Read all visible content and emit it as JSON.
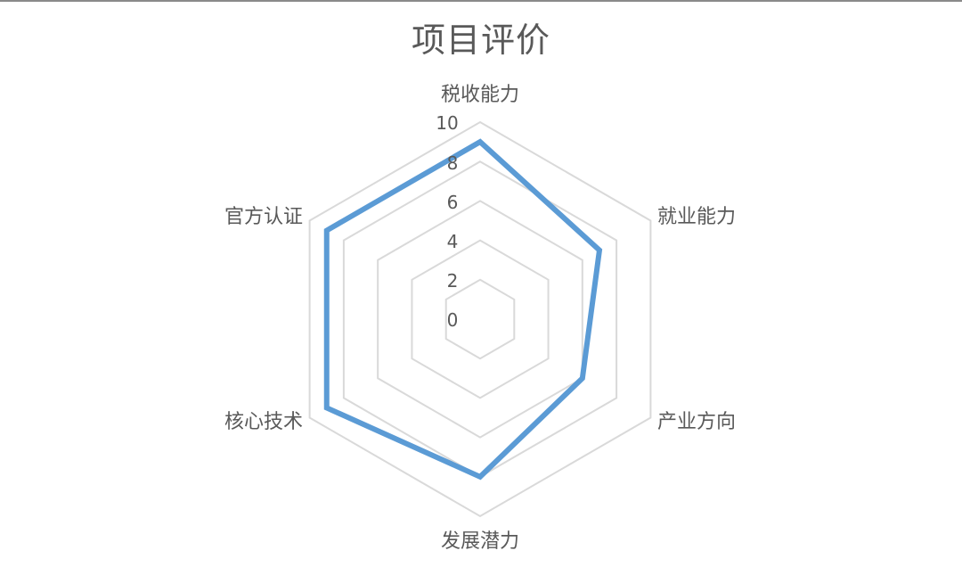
{
  "chart_data": {
    "type": "radar",
    "title": "项目评价",
    "categories": [
      "税收能力",
      "就业能力",
      "产业方向",
      "发展潜力",
      "核心技术",
      "官方认证"
    ],
    "series": [
      {
        "name": "项目评价",
        "values": [
          9,
          7,
          6,
          8,
          9,
          9
        ],
        "color": "#5B9BD5"
      }
    ],
    "rlim": [
      0,
      10
    ],
    "ticks": [
      "0",
      "2",
      "4",
      "6",
      "8",
      "10"
    ],
    "grid": true,
    "legend": "none"
  },
  "colors": {
    "series": "#5B9BD5",
    "grid": "#D9D9D9",
    "text": "#595959",
    "border": "#8a8a8a"
  }
}
